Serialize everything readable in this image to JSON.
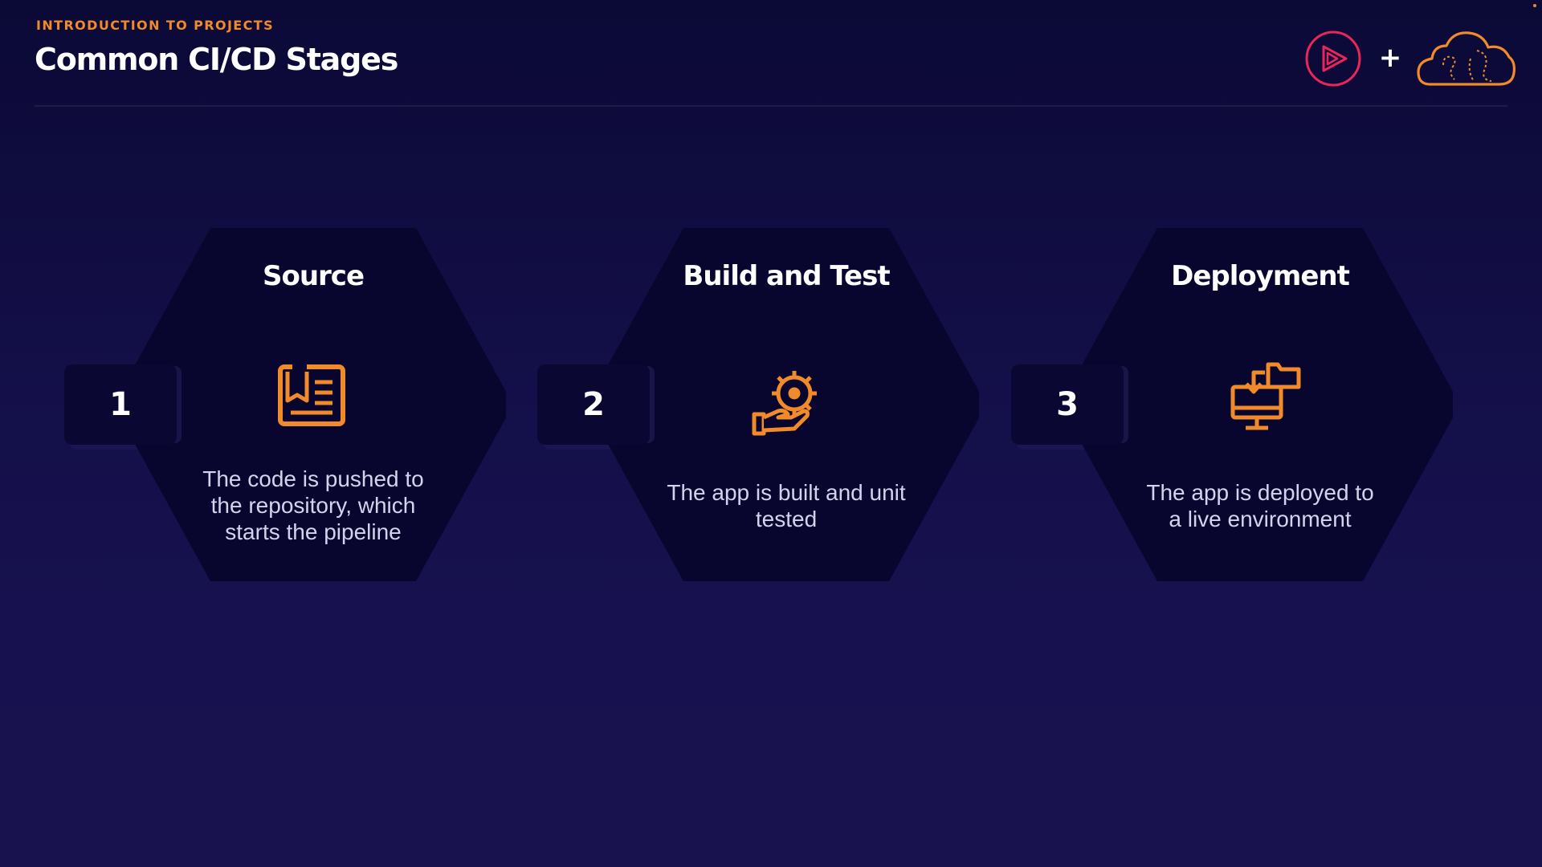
{
  "header": {
    "eyebrow": "INTRODUCTION TO PROJECTS",
    "title": "Common CI/CD Stages"
  },
  "logos": {
    "left_logo_icon": "play-logo-icon",
    "plus": "+",
    "right_logo_icon": "cloud-logo-icon"
  },
  "colors": {
    "accent": "#f08a2a",
    "play_logo": "#e8265a",
    "background": "#120e45",
    "hexagon": "#08062f"
  },
  "stages": [
    {
      "number": "1",
      "title": "Source",
      "icon": "document-icon",
      "description": "The code is pushed to the repository, which starts the pipeline"
    },
    {
      "number": "2",
      "title": "Build and Test",
      "icon": "gear-hand-icon",
      "description": "The app is built and unit tested"
    },
    {
      "number": "3",
      "title": "Deployment",
      "icon": "deploy-monitor-icon",
      "description": "The app is deployed to a live environment"
    }
  ]
}
